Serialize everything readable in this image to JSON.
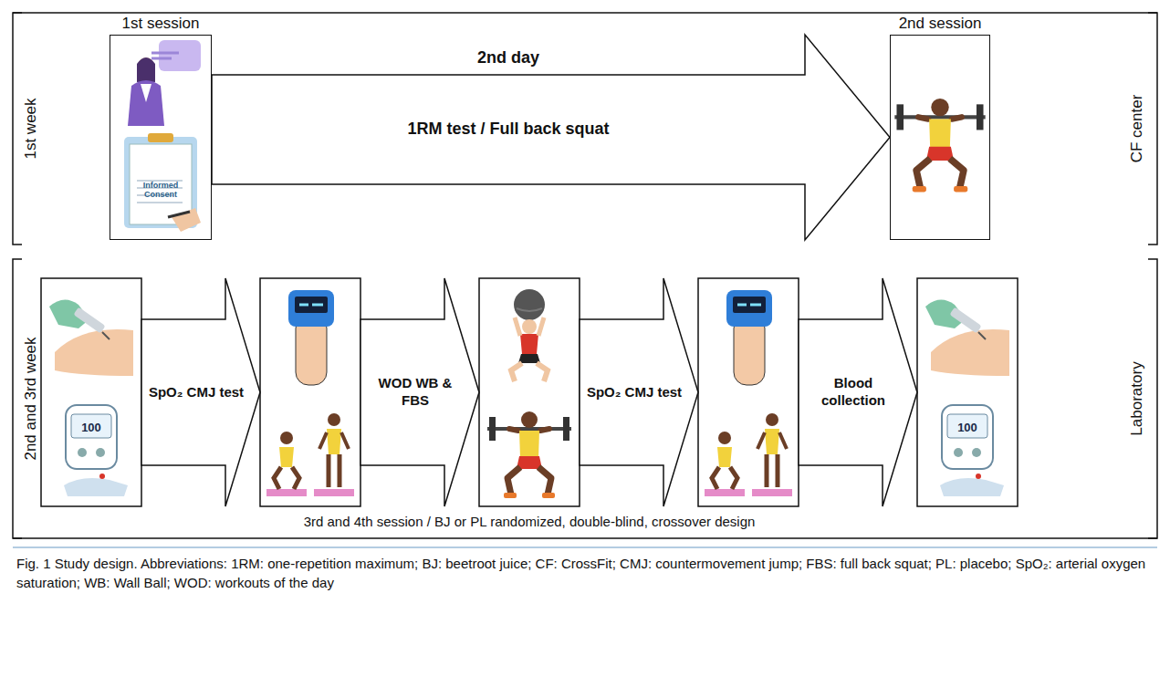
{
  "diagram": {
    "caption": "Fig. 1 Study design. Abbreviations: 1RM: one-repetition maximum; BJ: beetroot juice; CF: CrossFit; CMJ: countermovement jump; FBS: full back squat; PL: placebo; SpO₂: arterial oxygen saturation; WB: Wall Ball; WOD: workouts of the day",
    "nodes": [
      {
        "text": [
          "1st session"
        ]
      },
      {
        "text": [
          "2nd day",
          "1RM test / Full back squat"
        ]
      },
      {
        "text": [
          "2nd session"
        ]
      },
      {
        "text": [
          "SpO₂ CMJ test"
        ]
      },
      {
        "text": [
          "WOD WB & FBS"
        ]
      },
      {
        "text": [
          "SpO₂ CMJ test"
        ]
      },
      {
        "text": [
          "Blood collection"
        ]
      }
    ],
    "labels": [
      "1st week",
      "Informed Consent",
      "CF center",
      "2nd and 3rd week",
      "100",
      "100",
      "Laboratory",
      "3rd and 4th session / BJ or PL randomized, double-blind, crossover design"
    ]
  }
}
